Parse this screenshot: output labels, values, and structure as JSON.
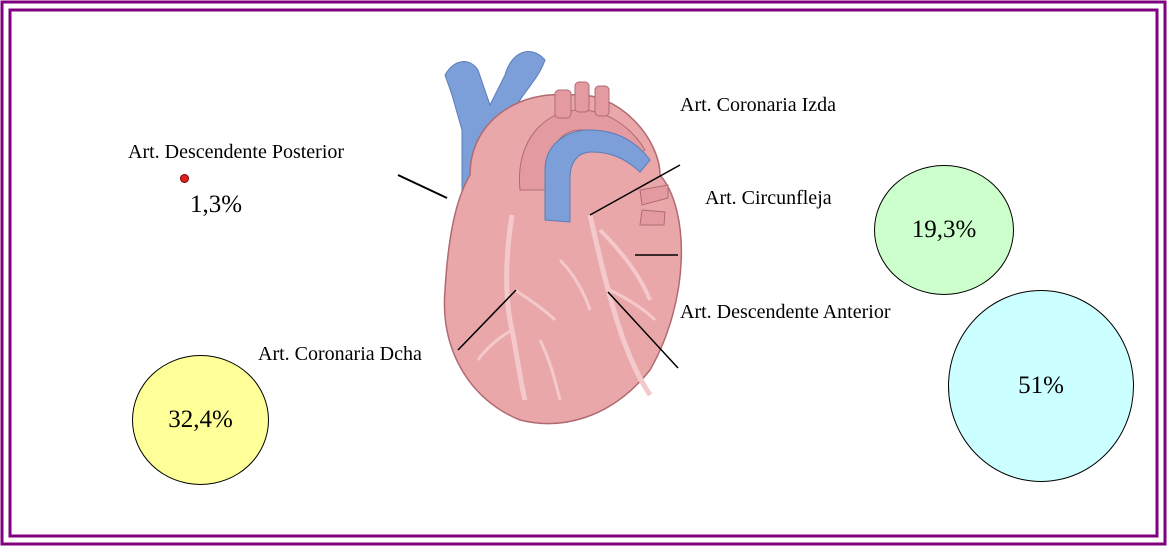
{
  "labels": {
    "posterior": "Art. Descendente Posterior",
    "izda": "Art. Coronaria Izda",
    "circunfleja": "Art. Circunfleja",
    "anterior": "Art. Descendente Anterior",
    "dcha": "Art. Coronaria Dcha"
  },
  "percentages": {
    "posterior": "1,3%",
    "circunfleja": "19,3%",
    "anterior": "51%",
    "dcha": "32,4%"
  },
  "colors": {
    "frame": "#800080",
    "dcha_fill": "#ffff99",
    "circunfleja_fill": "#ccffcc",
    "anterior_fill": "#ccffff",
    "posterior_dot": "#e02020",
    "heart_tissue": "#e9a7aa",
    "vessel_blue": "#7d9fd9"
  },
  "icons": {
    "illustration": "heart-anatomy-icon"
  }
}
